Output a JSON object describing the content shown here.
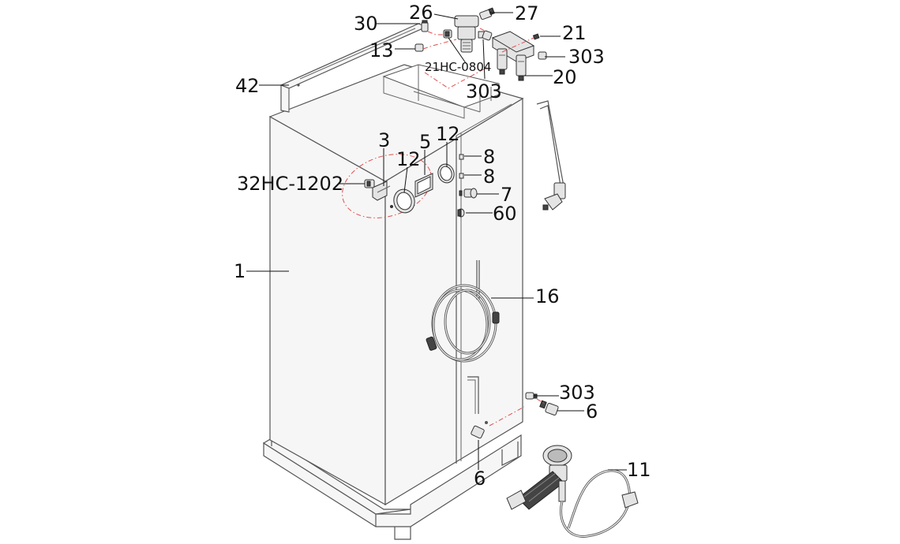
{
  "labels": [
    {
      "id": "30",
      "text": "30"
    },
    {
      "id": "26",
      "text": "26"
    },
    {
      "id": "27",
      "text": "27"
    },
    {
      "id": "21",
      "text": "21"
    },
    {
      "id": "13",
      "text": "13"
    },
    {
      "id": "303a",
      "text": "303"
    },
    {
      "id": "303b",
      "text": "303"
    },
    {
      "id": "20",
      "text": "20"
    },
    {
      "id": "42",
      "text": "42"
    },
    {
      "id": "3",
      "text": "3"
    },
    {
      "id": "5",
      "text": "5"
    },
    {
      "id": "12a",
      "text": "12"
    },
    {
      "id": "12b",
      "text": "12"
    },
    {
      "id": "8a",
      "text": "8"
    },
    {
      "id": "8b",
      "text": "8"
    },
    {
      "id": "32HC",
      "text": "32HC-1202"
    },
    {
      "id": "7",
      "text": "7"
    },
    {
      "id": "60",
      "text": "60"
    },
    {
      "id": "1",
      "text": "1"
    },
    {
      "id": "16",
      "text": "16"
    },
    {
      "id": "303c",
      "text": "303"
    },
    {
      "id": "6a",
      "text": "6"
    },
    {
      "id": "6b",
      "text": "6"
    },
    {
      "id": "11",
      "text": "11"
    }
  ],
  "part_code": "21HC-0804"
}
